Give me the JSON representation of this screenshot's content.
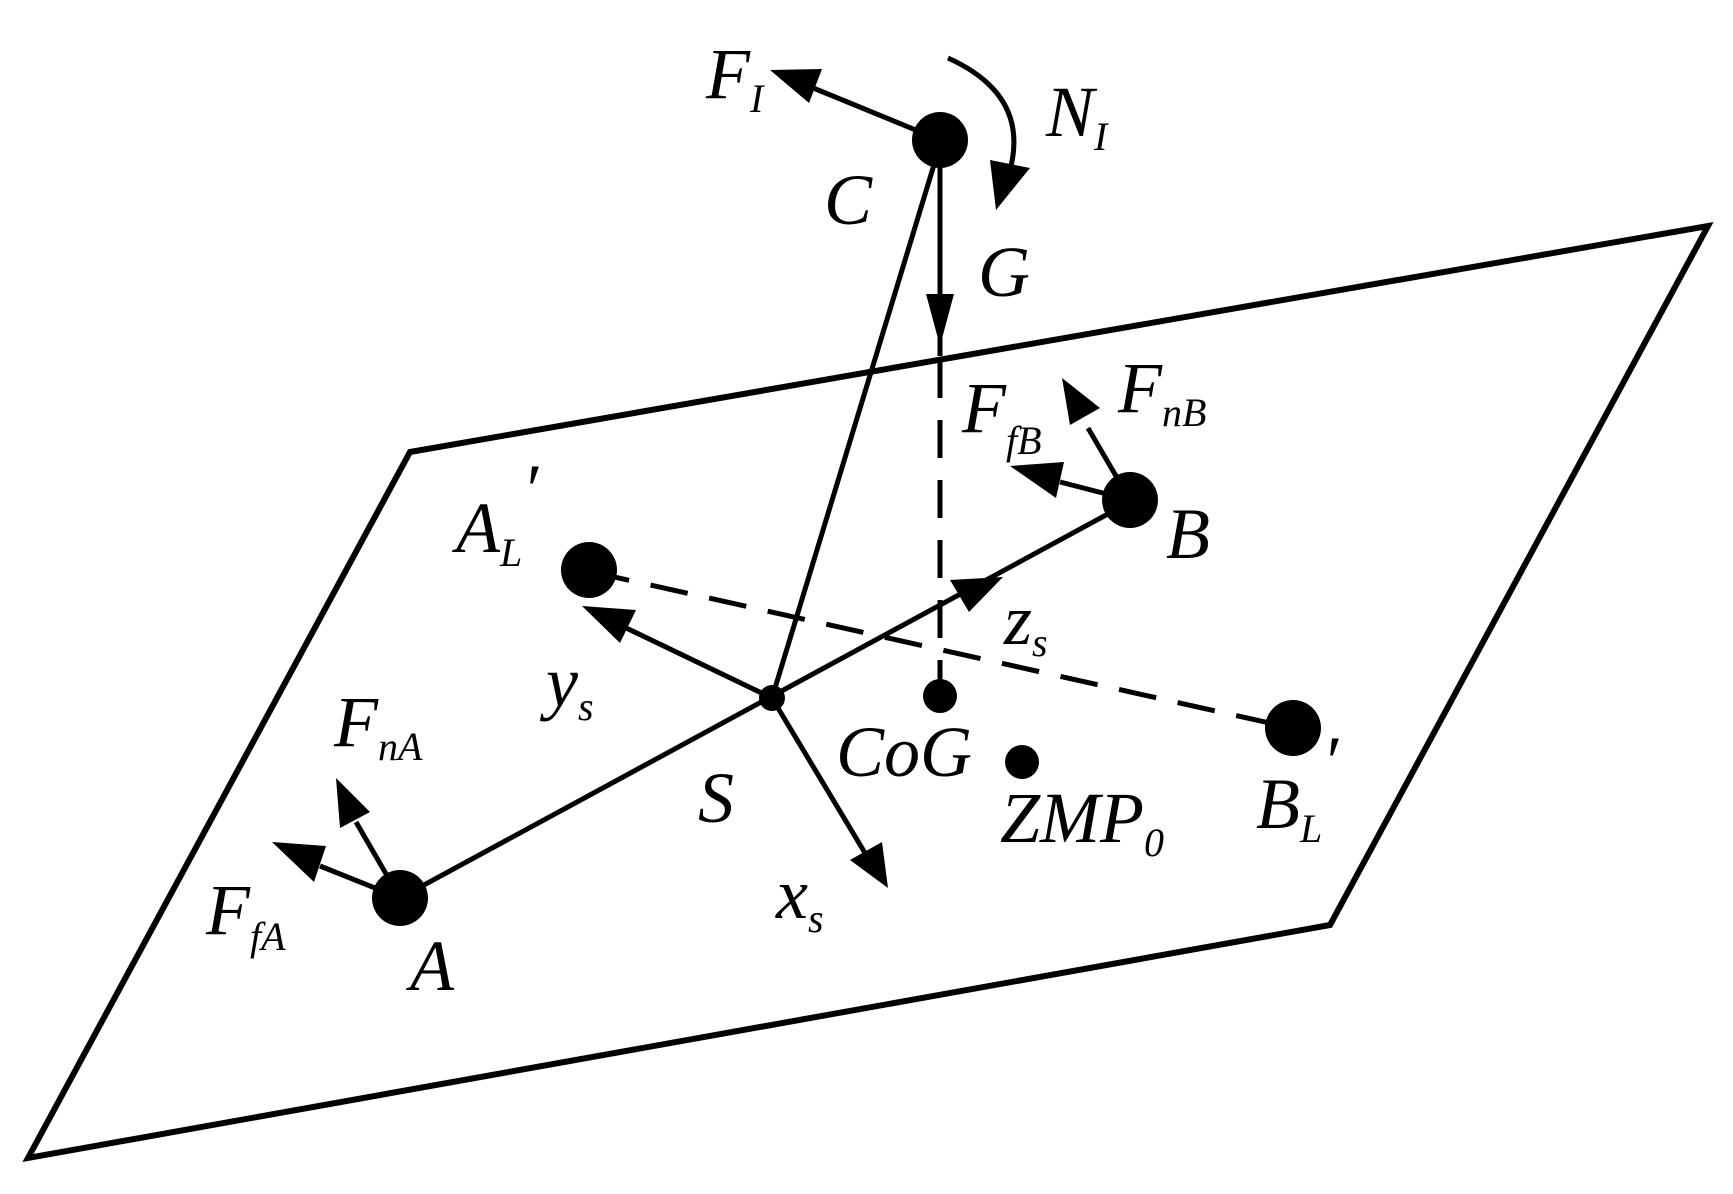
{
  "labels": {
    "F_I": {
      "main": "F",
      "sub": "I"
    },
    "N_I": {
      "main": "N",
      "sub": "I"
    },
    "C": "C",
    "G": "G",
    "F_fB": {
      "main": "F",
      "sub": "fB"
    },
    "F_nB": {
      "main": "F",
      "sub": "nB"
    },
    "B": "B",
    "A_L_prime": {
      "main": "A",
      "sub": "L",
      "prime": "′"
    },
    "z_s": {
      "main": "z",
      "sub": "s"
    },
    "y_s": {
      "main": "y",
      "sub": "s"
    },
    "x_s": {
      "main": "x",
      "sub": "s"
    },
    "S": "S",
    "CoG": "CoG",
    "ZMP_0": {
      "main": "ZMP",
      "sub": "0"
    },
    "B_L_prime": {
      "main": "B",
      "sub": "L",
      "prime": "′"
    },
    "F_nA": {
      "main": "F",
      "sub": "nA"
    },
    "F_fA": {
      "main": "F",
      "sub": "fA"
    },
    "A": "A"
  },
  "colors": {
    "ink": "#000000",
    "background": "#ffffff"
  }
}
